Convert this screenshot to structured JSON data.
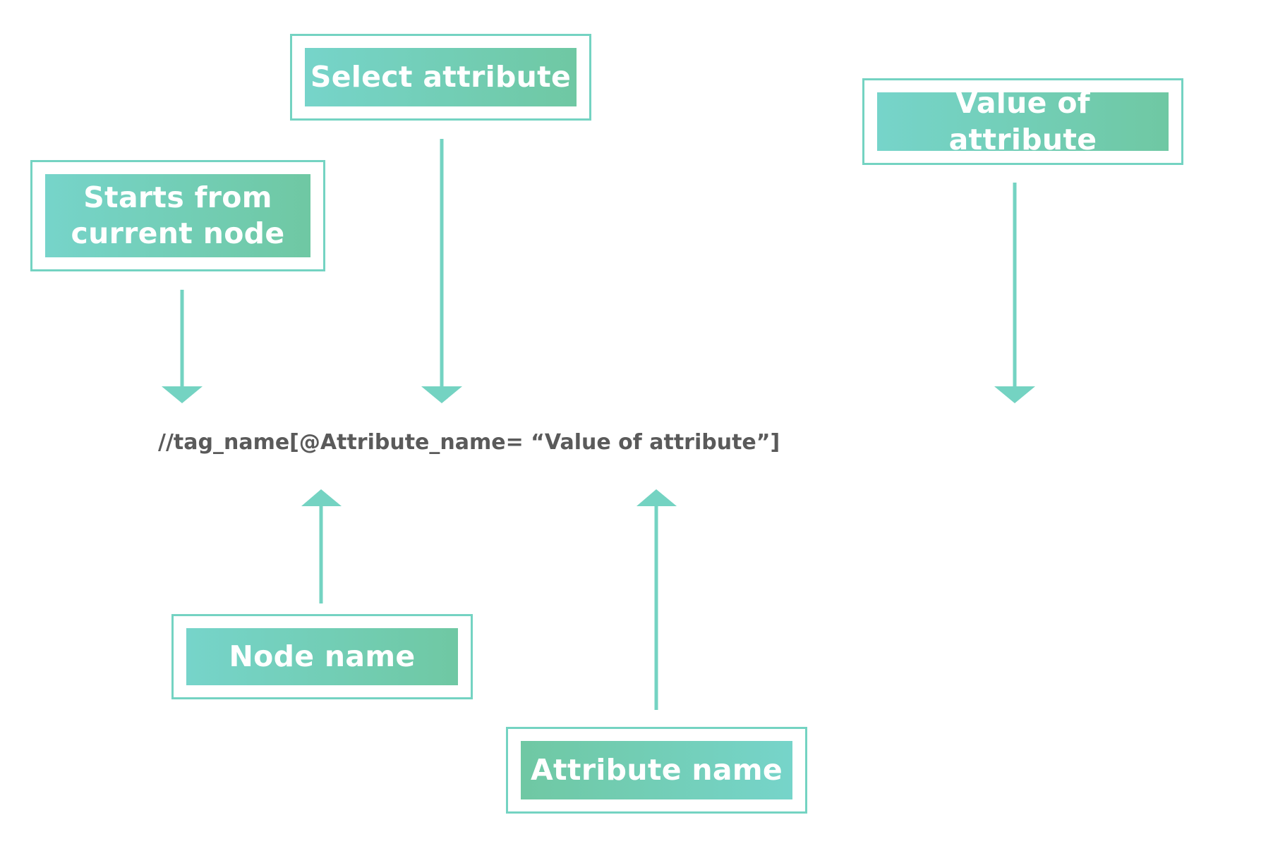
{
  "labels": {
    "starts_from_line1": "Starts from",
    "starts_from_line2": "current node",
    "select_attribute": "Select attribute",
    "value_of_attribute": "Value of attribute",
    "node_name": "Node name",
    "attribute_name": "Attribute name"
  },
  "expression": "//tag_name[@Attribute_name= “Value of attribute”]",
  "colors": {
    "accent": "#74d3c2",
    "gradient_start": "#76d4ca",
    "gradient_end": "#6fc8a3",
    "expression_text": "#5a5a5a",
    "label_text": "#ffffff"
  }
}
